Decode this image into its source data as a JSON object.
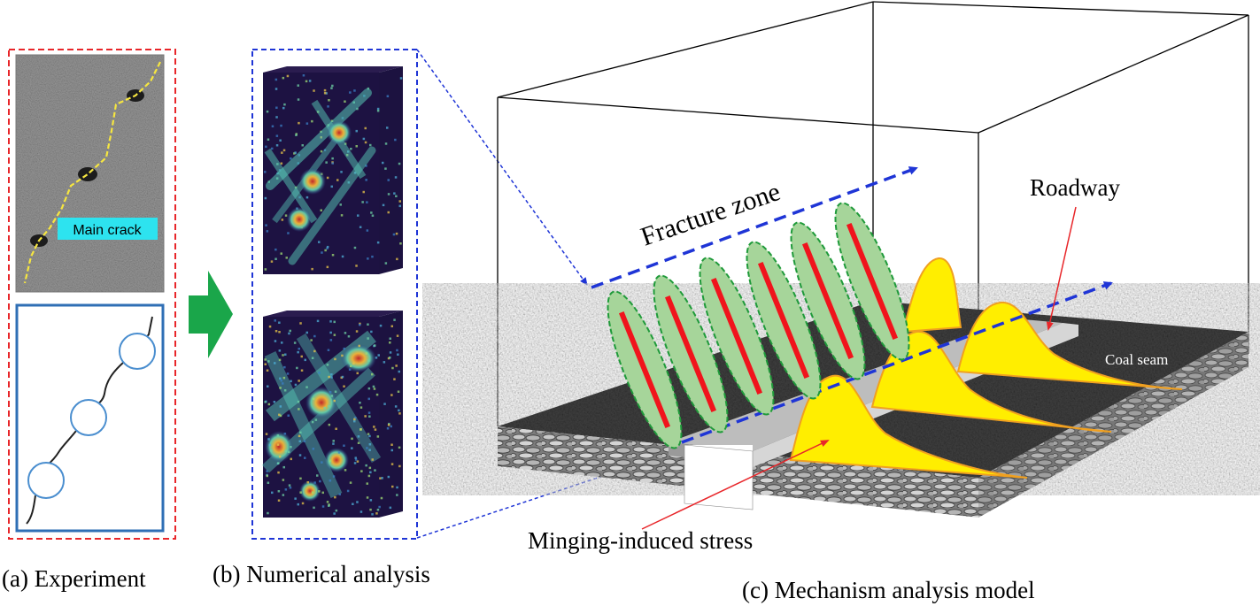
{
  "panels": {
    "experiment": {
      "caption": "(a) Experiment",
      "crack_label": "Main crack"
    },
    "numerical": {
      "caption": "(b) Numerical analysis"
    },
    "mechanism": {
      "caption": "(c) Mechanism analysis model",
      "fracture_zone_label": "Fracture zone",
      "roadway_label": "Roadway",
      "coal_seam_label": "Coal seam",
      "stress_label": "Minging-induced stress"
    }
  },
  "colors": {
    "red_dash": "#e8262a",
    "blue_dash": "#1f35d6",
    "frame_blue": "#2f6fb5",
    "green_arrow": "#1aa64a",
    "yellow": "#ffee00",
    "orange": "#f0a020",
    "ellipse_fill": "#a6d59a",
    "ellipse_edge": "#1f9a3a",
    "crack_yellow": "#f6e640",
    "label_cyan": "#2de3ef"
  }
}
